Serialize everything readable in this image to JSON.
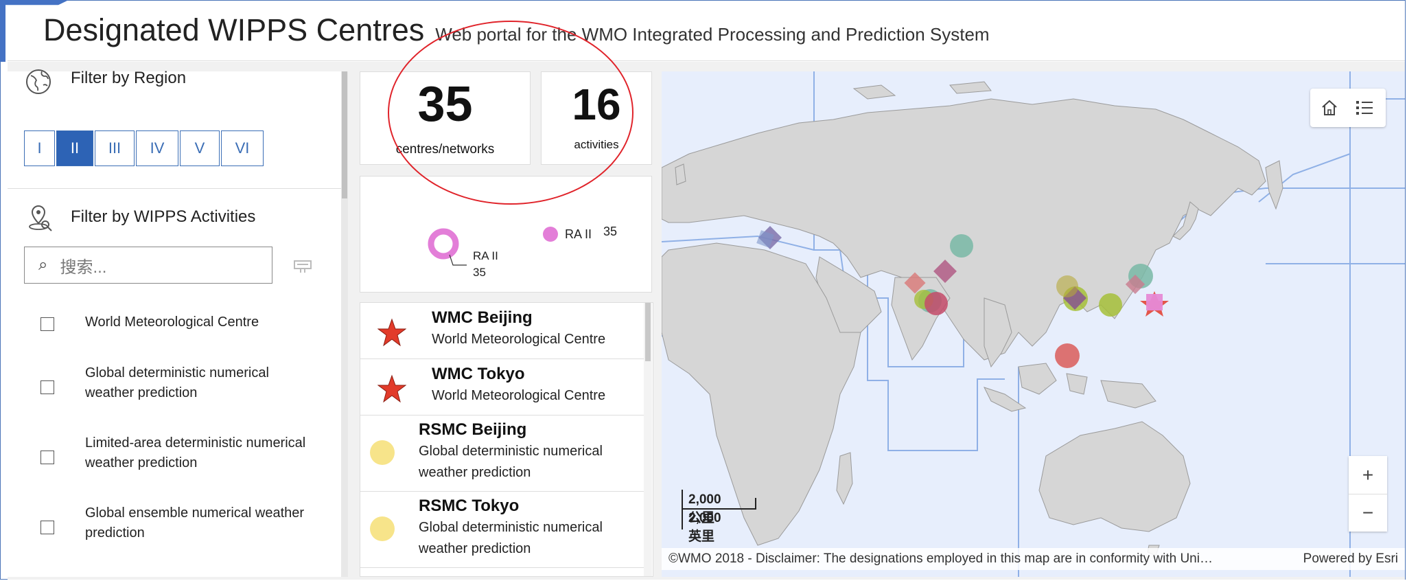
{
  "header": {
    "title": "Designated WIPPS Centres",
    "subtitle": "Web portal for the WMO Integrated Processing and Prediction System"
  },
  "region_filter": {
    "title": "Filter by Region",
    "buttons": [
      "I",
      "II",
      "III",
      "IV",
      "V",
      "VI"
    ],
    "selected": "II"
  },
  "activity_filter": {
    "title": "Filter by WIPPS Activities",
    "search_placeholder": "搜索...",
    "items": [
      {
        "label": "World Meteorological Centre",
        "checked": false
      },
      {
        "label": "Global deterministic numerical weather prediction",
        "checked": false
      },
      {
        "label": "Limited-area deterministic numerical weather prediction",
        "checked": false
      },
      {
        "label": "Global ensemble numerical weather prediction",
        "checked": false
      }
    ]
  },
  "stats": {
    "centres_value": "35",
    "centres_label": "centres/networks",
    "activities_value": "16",
    "activities_label": "activities"
  },
  "donut": {
    "legend_label": "RA II",
    "legend_value": "35",
    "callout_label": "RA II",
    "callout_value": "35",
    "color": "#e37ed8"
  },
  "centre_list": [
    {
      "name": "WMC Beijing",
      "activity": "World Meteorological Centre",
      "symbol": "red-star-icon"
    },
    {
      "name": "WMC Tokyo",
      "activity": "World Meteorological Centre",
      "symbol": "red-star-icon"
    },
    {
      "name": "RSMC Beijing",
      "activity": "Global deterministic numerical weather prediction",
      "symbol": "yellow-circle-icon"
    },
    {
      "name": "RSMC Tokyo",
      "activity": "Global deterministic numerical weather prediction",
      "symbol": "yellow-circle-icon"
    }
  ],
  "map": {
    "scale_metric": "2,000公里",
    "scale_imperial": "2,000英里",
    "attribution": "©WMO 2018 - Disclaimer: The designations employed in this map are in conformity with Uni…",
    "powered_by": "Powered by Esri",
    "zoom_in": "+",
    "zoom_out": "−"
  },
  "colors": {
    "accent": "#2d63b5",
    "annotation_ring": "#e0232a",
    "star": "#e23b2a",
    "yellow_marker": "#f7e48a"
  }
}
